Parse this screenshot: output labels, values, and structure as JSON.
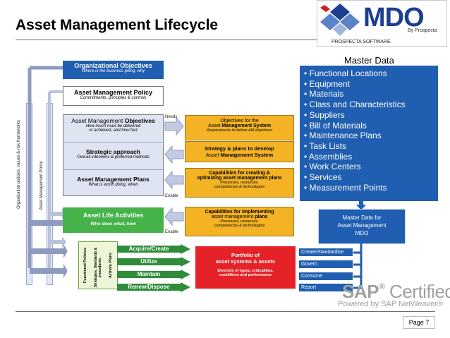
{
  "header": {
    "title": "Asset Management Lifecycle",
    "brand": "MDO",
    "brand_sub": "By Prospecta",
    "company": "PROSPECTA SOFTWARE"
  },
  "master_data": {
    "title": "Master Data",
    "items": [
      "Functional Locations",
      "Equipment",
      "Materials",
      "Class and Characteristics",
      "Suppliers",
      "Bill of Materials",
      "Maintenance Plans",
      "Task Lists",
      "Assemblies",
      "Work Centers",
      "Services",
      "Measurement  Points"
    ],
    "mdo_box": [
      "Master Data for",
      "Asset Management",
      "MDO"
    ],
    "governance": [
      "Create/Standardise",
      "Govern",
      "Consume",
      "Report"
    ]
  },
  "lifecycle": {
    "org_objectives": {
      "title": "Organizational Objectives",
      "sub": "Where is the business going, why"
    },
    "policy": {
      "title": "Asset Management Policy",
      "sub": "Commitments, principles & controls"
    },
    "am_objectives": {
      "title_pre": "Asset Management ",
      "title_b": "Objectives",
      "sub1": "How much must be delivered",
      "sub2": "or achieved, and how fast"
    },
    "strategic": {
      "title": "Strategic approach",
      "sub": "Overall intentions & preferred methods"
    },
    "am_plans": {
      "title": "Asset Management Plans",
      "sub": "What is worth doing, when"
    },
    "life_activities": {
      "title": "Asset Life Activities",
      "sub": "Who does what, how"
    },
    "vertical_left": "Organization policies, values & risk frameworks",
    "vertical_mid": "Asset Management Policy",
    "needs": "Needs",
    "enable1": "Enable",
    "enable2": "Enable",
    "system_objectives": {
      "l1": "Objectives for the",
      "l2_pre": "Asset ",
      "l2_b": "Management System",
      "l3": "Requirements to deliver AM objectives"
    },
    "system_strategy": {
      "l1": "Strategy & plans to develop",
      "l2_pre": "Asset ",
      "l2_b": "Management System"
    },
    "capabilities_creating": {
      "l1": "Capabilities for creating &",
      "l2_pre": "optimizing asset management ",
      "l2_b": "plans",
      "l3": "Processes, resources,",
      "l4": "competencies & technologies"
    },
    "capabilities_impl": {
      "l1": "Capabilities for implementing",
      "l2_pre": "asset management ",
      "l2_b": "plans",
      "l3": "Processes, resources,",
      "l4": "competencies & technologies"
    },
    "functional": [
      "Functional Policies",
      "Strategies, Standards & procedures,",
      "Activity Plans"
    ],
    "green_arrows": [
      "Acquire/Create",
      "Utilize",
      "Maintain",
      "Renew/Dispose"
    ],
    "portfolio": {
      "l1": "Portfolio of",
      "l2": "asset systems & assets",
      "l3": "Diversity of types, criticalities,",
      "l4": "conditions and performance"
    }
  },
  "sap": {
    "brand": "SAP",
    "certified": "Certified",
    "sub": "Powered by SAP NetWeaver"
  },
  "footer": {
    "page": "Page 7"
  },
  "colors": {
    "blue": "#1f5eb0",
    "orange": "#f4b324",
    "green": "#45b34a",
    "red": "#e52228",
    "lavender": "#dfe4f2"
  }
}
